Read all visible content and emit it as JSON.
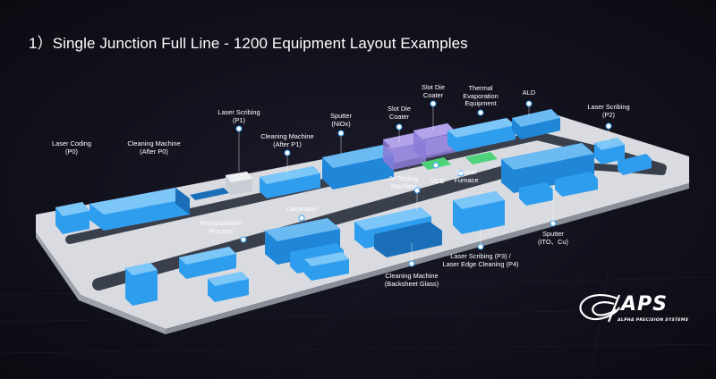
{
  "title": "1）Single Junction Full Line - 1200 Equipment Layout Examples",
  "labels": {
    "laser_coding": [
      "Laser Coding",
      "(P0)"
    ],
    "cleaning_p0": [
      "Cleaning Machine",
      "(After P0)"
    ],
    "laser_scribing_p1": [
      "Laser Scribing",
      "(P1)"
    ],
    "cleaning_p1": [
      "Cleaning Machine",
      "(After P1)"
    ],
    "sputter_niox": [
      "Sputter",
      "(NiOx)"
    ],
    "slot_die_coater_1": [
      "Slot Die",
      "Coater"
    ],
    "slot_die_coater_2": [
      "Slot Die",
      "Coater"
    ],
    "thermal_evaporation": [
      "Thermal",
      "Evaporation",
      "Equipment"
    ],
    "ald": [
      "ALD"
    ],
    "laser_scribing_p2": [
      "Laser Scribing",
      "(P2)"
    ],
    "iv_testing": [
      "IV Testing",
      "Machine"
    ],
    "vcd": [
      "VCD"
    ],
    "tunnel_furnace": [
      "Tunnel",
      "Furnace"
    ],
    "laminator": [
      "Laminator"
    ],
    "encapsulation": [
      "Encapsulation",
      "Process"
    ],
    "cleaning_backsheet": [
      "Cleaning Machine",
      "(Backsheet Glass)"
    ],
    "laser_p3_p4": [
      "Laser Scribing   (P3)   /",
      "Laser Edge Cleaning  (P4)"
    ],
    "sputter_ito": [
      "Sputter",
      "(ITO、Cu)"
    ]
  },
  "logo": {
    "name": "APS",
    "subtitle": "ALPHA PRECISION SYSTEMS"
  },
  "colors": {
    "background": "#0d0d14",
    "floor": "#d9dbe0",
    "lane": "#3a3f4c",
    "equipment": "#2f9ded",
    "equipment_dark": "#1a6fb8",
    "coater": "#8c7ad8",
    "accent_green": "#4fd37a"
  }
}
